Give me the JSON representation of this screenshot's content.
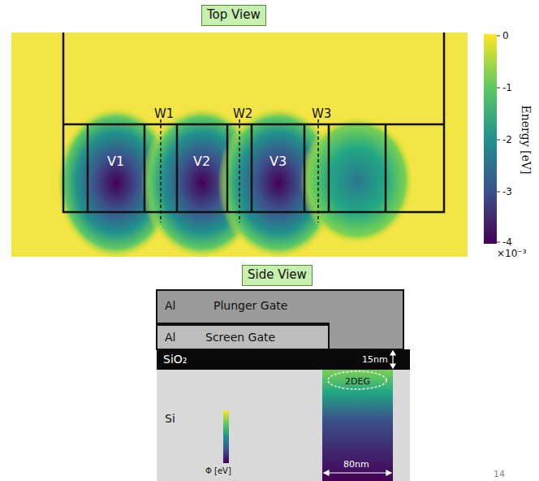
{
  "diagram": {
    "nodes": [
      {
        "text": [
          "Top View"
        ]
      },
      {
        "text": [
          "V1"
        ]
      },
      {
        "text": [
          "V2"
        ]
      },
      {
        "text": [
          "V3"
        ]
      },
      {
        "text": [
          "Side View"
        ]
      },
      {
        "text": [
          "Al",
          "Plunger Gate"
        ]
      },
      {
        "text": [
          "Al",
          "Screen Gate"
        ]
      },
      {
        "text": [
          "SiO₂"
        ]
      },
      {
        "text": [
          "Si"
        ]
      },
      {
        "text": [
          "2DEG"
        ]
      }
    ],
    "labels": [
      "W1",
      "W2",
      "W3",
      "0",
      "-1",
      "-2",
      "-3",
      "-4",
      "Energy [eV]",
      "×10⁻³",
      "15nm",
      "80nm",
      "Φ [eV]",
      "14"
    ]
  }
}
